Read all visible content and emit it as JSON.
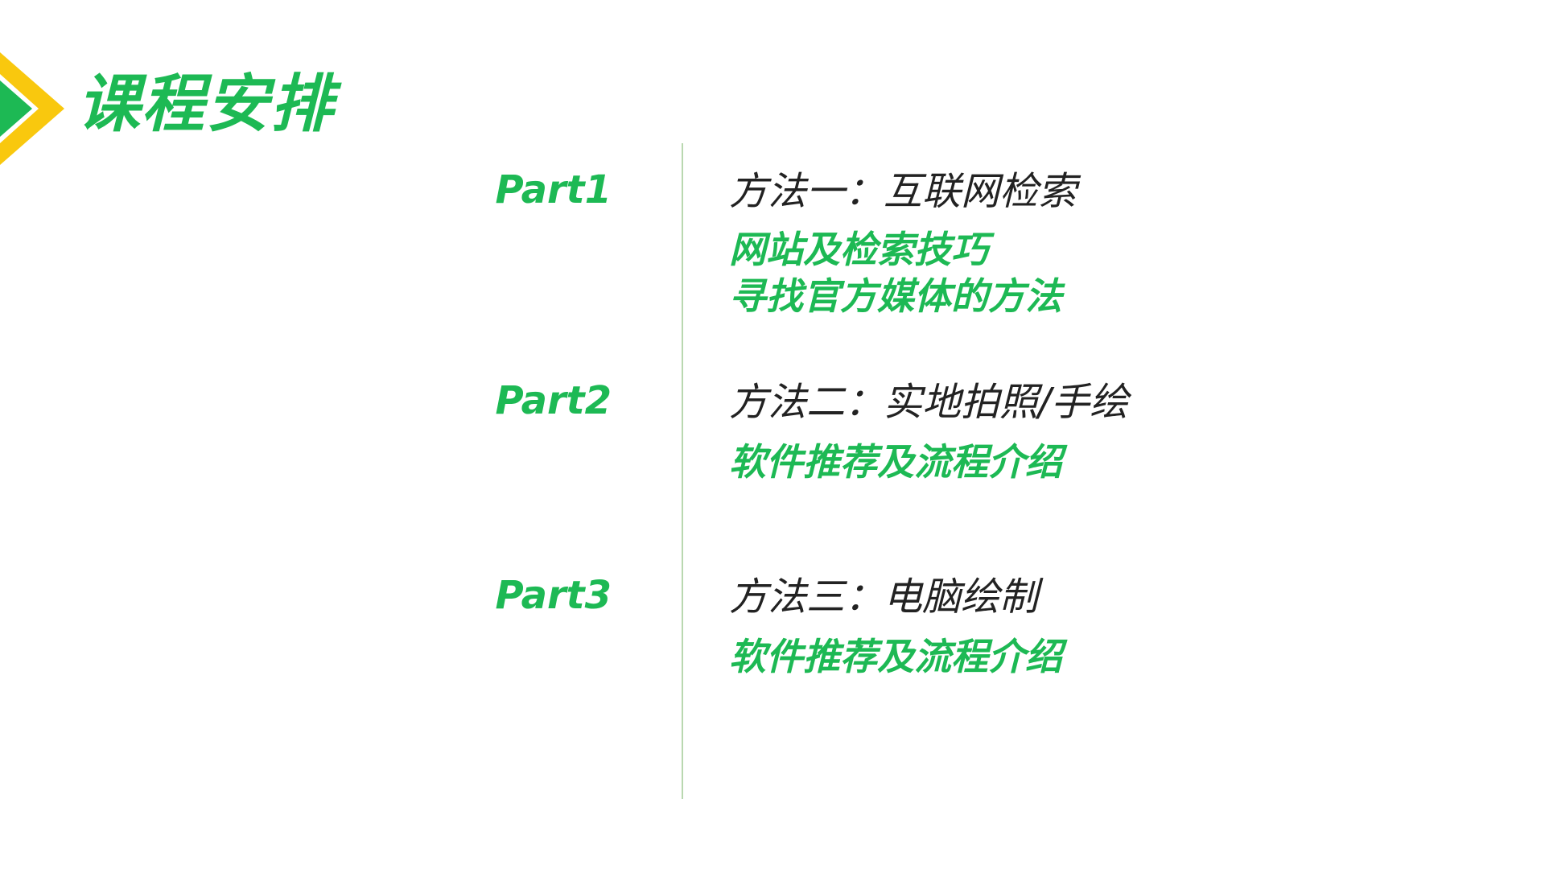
{
  "header": {
    "title": "课程安排",
    "accent_colors": {
      "green": "#1db954",
      "yellow": "#f9c80e"
    }
  },
  "sections": [
    {
      "part": "Part1",
      "heading": "方法一：互联网检索",
      "items": [
        "网站及检索技巧",
        "寻找官方媒体的方法"
      ]
    },
    {
      "part": "Part2",
      "heading": "方法二：实地拍照/手绘",
      "items": [
        "软件推荐及流程介绍"
      ]
    },
    {
      "part": "Part3",
      "heading": "方法三：电脑绘制",
      "items": [
        "软件推荐及流程介绍"
      ]
    }
  ]
}
